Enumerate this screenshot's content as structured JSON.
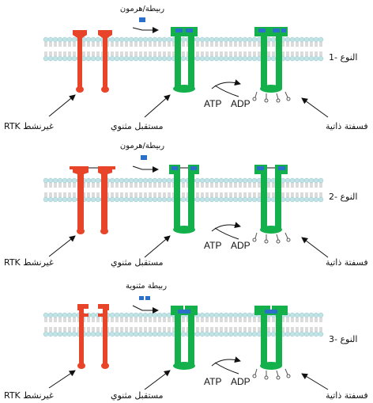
{
  "panels": [
    {
      "type_label": "النوع -1",
      "ligand_label": "ربيطة/هرمون",
      "inactive_label": "RTK غيرنشط",
      "dimer_label": "مستقبل مثنوي",
      "phospho_label": "فسفتة ذاتية",
      "atp_label": "ATP",
      "adp_label": "ADP"
    },
    {
      "type_label": "النوع -2",
      "ligand_label": "ربيطة/هرمون",
      "inactive_label": "RTK غيرنشط",
      "dimer_label": "مستقبل مثنوي",
      "phospho_label": "فسفتة ذاتية",
      "atp_label": "ATP",
      "adp_label": "ADP"
    },
    {
      "type_label": "النوع -3",
      "ligand_label": "ربيطة مثنوية",
      "inactive_label": "RTK غيرنشط",
      "dimer_label": "مستقبل مثنوي",
      "phospho_label": "فسفتة ذاتية",
      "atp_label": "ATP",
      "adp_label": "ADP"
    }
  ],
  "colors": {
    "inactive_rtk": "#e8442a",
    "active_receptor": "#13b04b",
    "ligand": "#2a6fc9",
    "membrane_head": "#bfe3e6",
    "membrane_tail": "#8a8a8a"
  }
}
